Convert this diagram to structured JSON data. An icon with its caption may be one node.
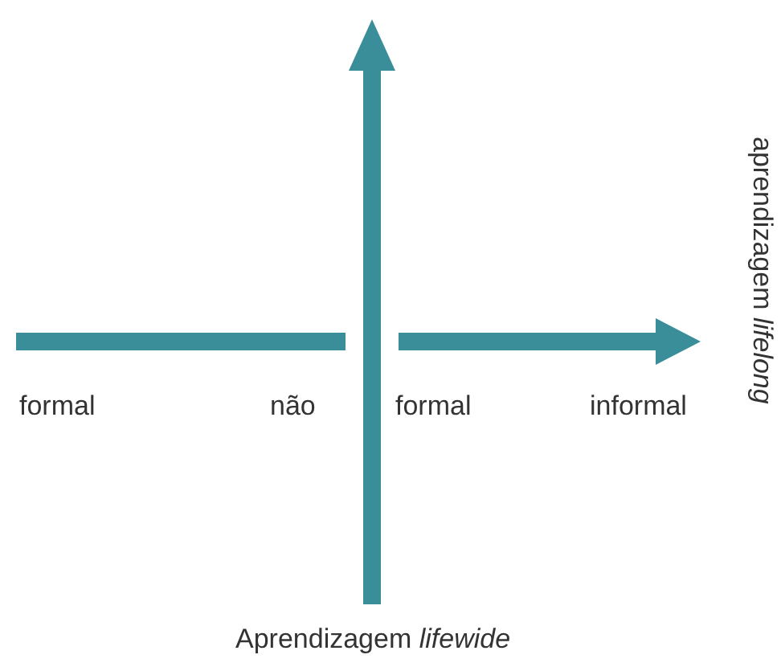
{
  "diagram": {
    "labels": [
      "formal",
      "não",
      "formal",
      "informal",
      "aprendizagem *lifelong*",
      "Aprendizagem *lifewide*"
    ]
  }
}
